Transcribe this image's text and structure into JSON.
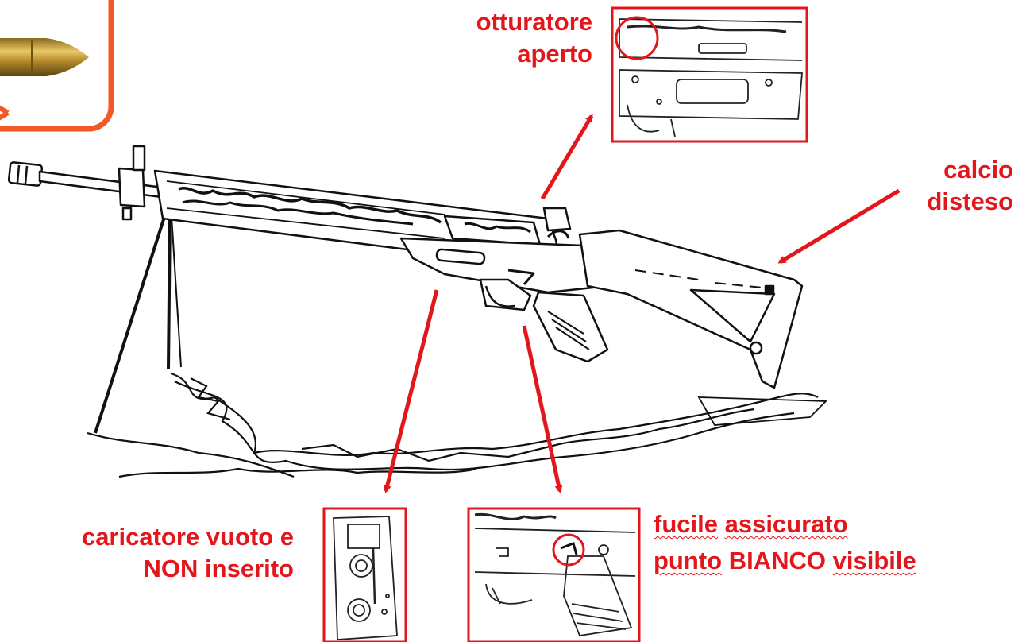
{
  "labels": {
    "bolt": {
      "line1": "otturatore",
      "line2": "aperto"
    },
    "stock": {
      "line1": "calcio",
      "line2": "disteso"
    },
    "magazine": {
      "line1": "caricatore vuoto e",
      "line2": "NON inserito"
    },
    "safety": {
      "line1_word1": "fucile",
      "line1_word2": "assicurato",
      "line2_word1": "punto",
      "line2_word2": "BIANCO",
      "line2_word3": "visibile"
    }
  },
  "colors": {
    "accent_red": "#e3161b",
    "cartridge_frame": "#f15a24",
    "ink": "#111111"
  },
  "icons": [
    "cartridge-icon",
    "rifle-illustration",
    "bolt-detail-inset",
    "magazine-detail-inset",
    "safety-detail-inset"
  ]
}
